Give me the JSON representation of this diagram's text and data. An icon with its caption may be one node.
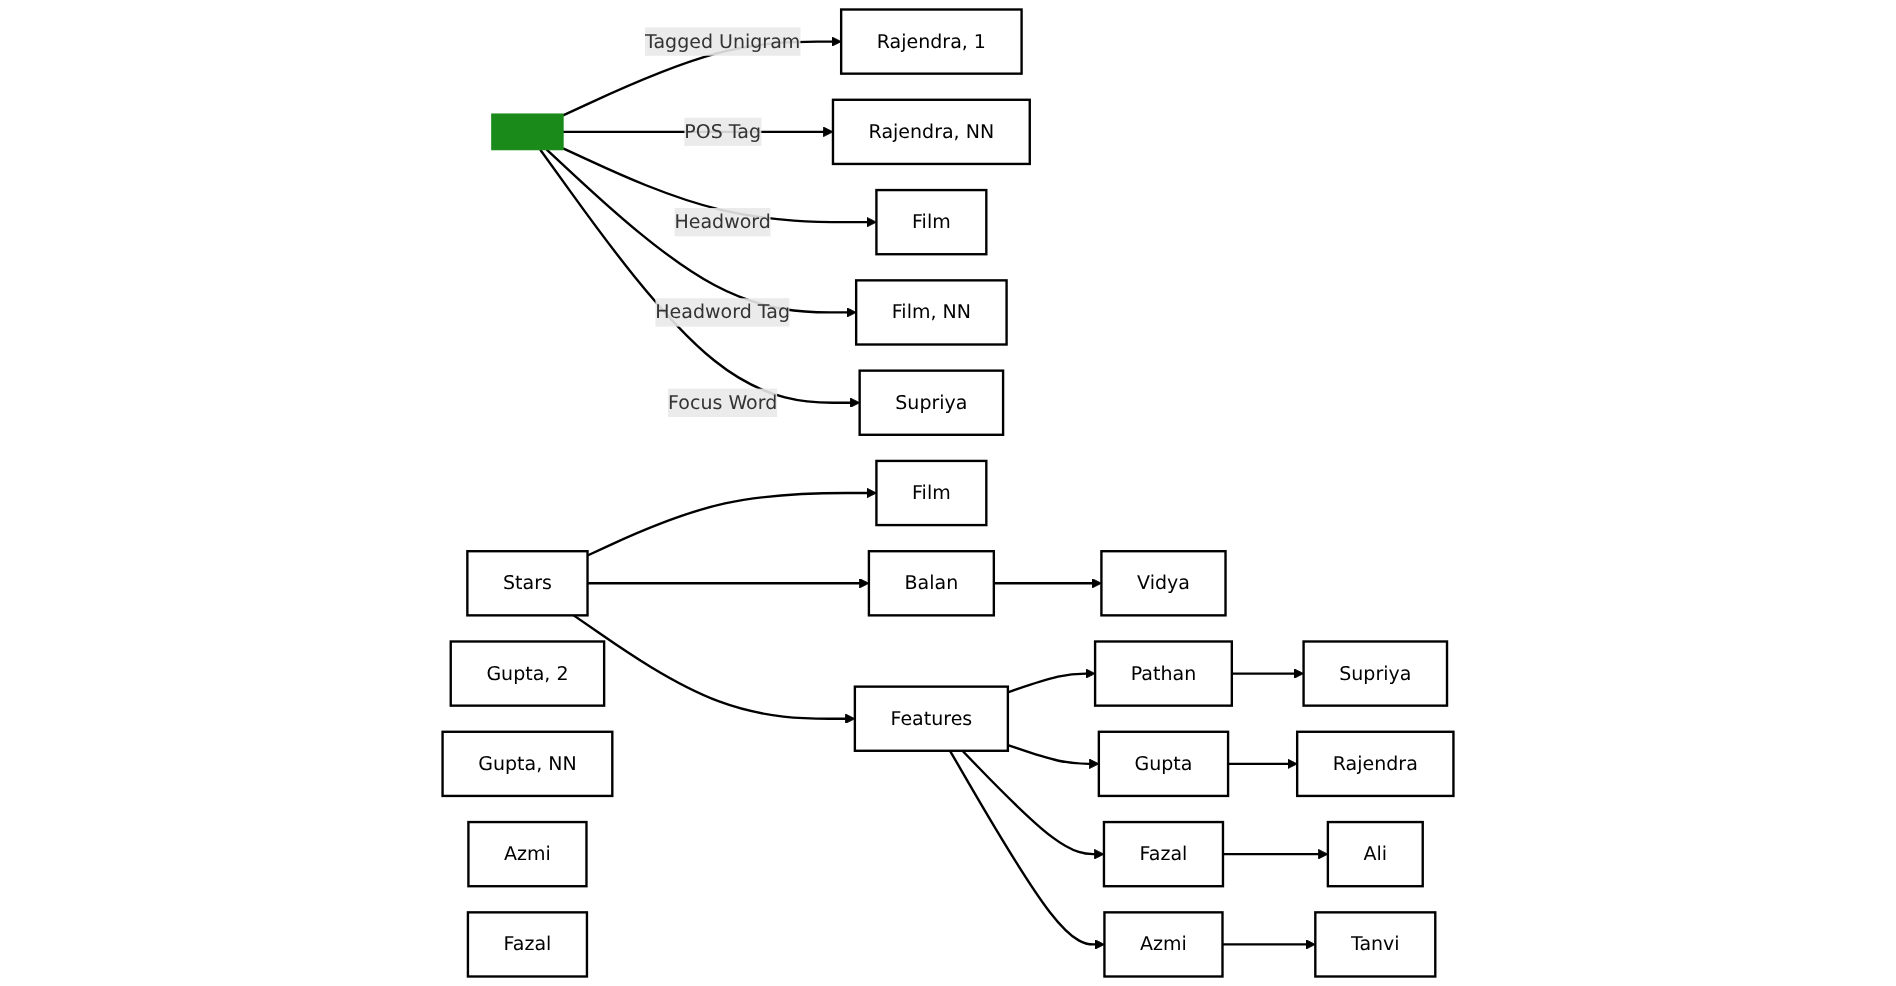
{
  "diagram": {
    "nodes": [
      {
        "text": [
          "Vidya"
        ]
      },
      {
        "text": [
          "Supriya"
        ]
      },
      {
        "text": [
          "Rajendra"
        ]
      },
      {
        "text": [
          "Balan"
        ]
      },
      {
        "text": [
          "Pathan"
        ]
      },
      {
        "text": [
          "Gupta"
        ]
      },
      {
        "text": [
          "Stars"
        ]
      },
      {
        "text": [
          "Features"
        ]
      },
      {
        "text": [
          "Fazal"
        ]
      },
      {
        "text": [
          "Azmi"
        ]
      },
      {
        "text": [
          "Film"
        ]
      },
      {
        "text": [
          "Ali"
        ]
      },
      {
        "text": [
          "Tanvi"
        ]
      },
      {
        "text": [],
        "shape": "bar"
      },
      {
        "text": [
          "Rajendra, 1"
        ]
      },
      {
        "text": [
          "Gupta, 2"
        ]
      },
      {
        "text": [
          "Rajendra, NN"
        ]
      },
      {
        "text": [
          "Gupta, NN"
        ]
      },
      {
        "text": [
          "Film"
        ]
      },
      {
        "text": [
          "Film, NN"
        ]
      },
      {
        "text": [
          "Supriya"
        ]
      },
      {
        "text": [
          "Azmi"
        ]
      },
      {
        "text": [
          "Fazal"
        ]
      }
    ],
    "edges": [
      {
        "from": 3,
        "to": 0,
        "arrow": "to"
      },
      {
        "from": 6,
        "to": 3,
        "arrow": "to"
      },
      {
        "from": 4,
        "to": 1,
        "arrow": "to"
      },
      {
        "from": 7,
        "to": 4,
        "arrow": "to"
      },
      {
        "from": 5,
        "to": 2,
        "arrow": "to"
      },
      {
        "from": 7,
        "to": 5,
        "arrow": "to"
      },
      {
        "from": 6,
        "to": 7,
        "arrow": "to"
      },
      {
        "from": 7,
        "to": 8,
        "arrow": "to"
      },
      {
        "from": 7,
        "to": 9,
        "arrow": "to"
      },
      {
        "from": 6,
        "to": 10,
        "arrow": "to"
      },
      {
        "from": 8,
        "to": 11,
        "arrow": "to"
      },
      {
        "from": 9,
        "to": 12,
        "arrow": "to"
      },
      {
        "from": 13,
        "to": 14,
        "arrow": "to",
        "label": "Tagged Unigram"
      },
      {
        "from": 13,
        "to": 16,
        "arrow": "to",
        "label": "POS Tag"
      },
      {
        "from": 13,
        "to": 18,
        "arrow": "to",
        "label": "Headword"
      },
      {
        "from": 13,
        "to": 19,
        "arrow": "to",
        "label": "Headword Tag"
      },
      {
        "from": 13,
        "to": 20,
        "arrow": "to",
        "label": "Focus Word"
      }
    ]
  }
}
